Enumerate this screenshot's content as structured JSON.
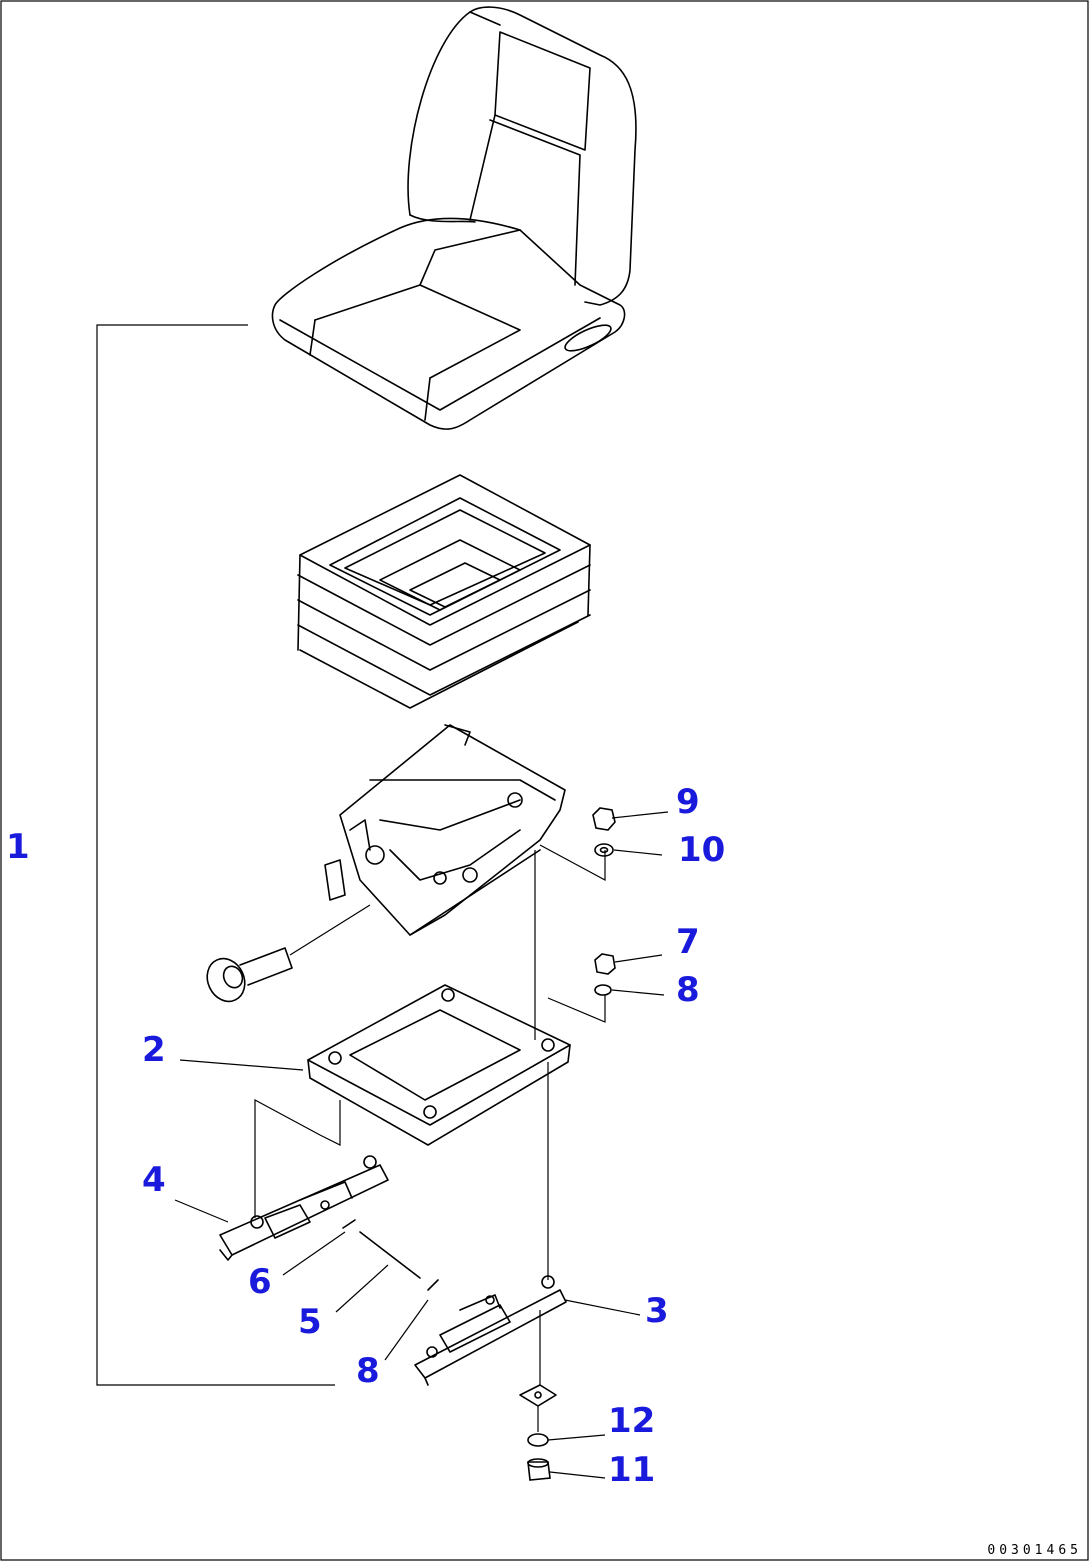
{
  "diagram": {
    "figure_id": "00301465",
    "callouts": [
      {
        "id": "1",
        "label": "1"
      },
      {
        "id": "2",
        "label": "2"
      },
      {
        "id": "3",
        "label": "3"
      },
      {
        "id": "4",
        "label": "4"
      },
      {
        "id": "5",
        "label": "5"
      },
      {
        "id": "6",
        "label": "6"
      },
      {
        "id": "7",
        "label": "7"
      },
      {
        "id": "8a",
        "label": "8"
      },
      {
        "id": "8b",
        "label": "8"
      },
      {
        "id": "9",
        "label": "9"
      },
      {
        "id": "10",
        "label": "10"
      },
      {
        "id": "11",
        "label": "11"
      },
      {
        "id": "12",
        "label": "12"
      }
    ],
    "colors": {
      "callout": "#1a1adc",
      "line": "#000000",
      "background": "#ffffff"
    }
  }
}
